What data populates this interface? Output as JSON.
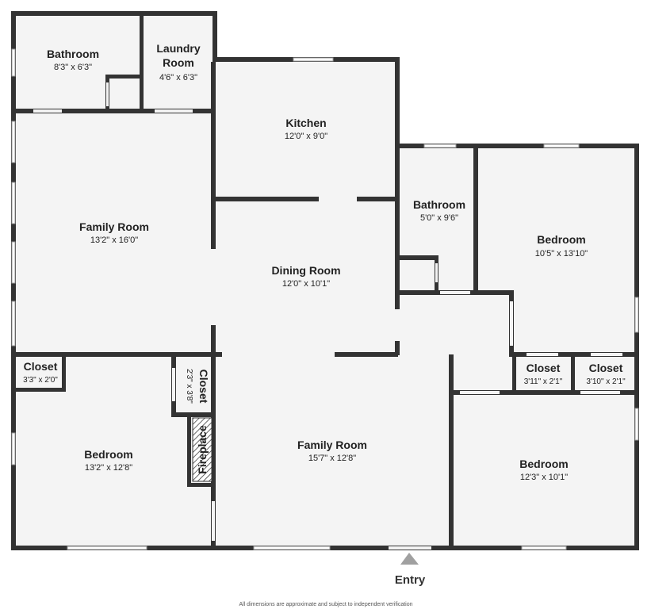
{
  "floorplan": {
    "rooms": {
      "bathroom_1": {
        "name": "Bathroom",
        "dims": "8'3\" x 6'3\""
      },
      "laundry": {
        "name_line1": "Laundry",
        "name_line2": "Room",
        "dims": "4'6\" x 6'3\""
      },
      "kitchen": {
        "name": "Kitchen",
        "dims": "12'0\" x 9'0\""
      },
      "family_room_1": {
        "name": "Family Room",
        "dims": "13'2\" x 16'0\""
      },
      "dining_room": {
        "name": "Dining Room",
        "dims": "12'0\" x 10'1\""
      },
      "bathroom_2": {
        "name": "Bathroom",
        "dims": "5'0\" x 9'6\""
      },
      "bedroom_1": {
        "name": "Bedroom",
        "dims": "10'5\" x 13'10\""
      },
      "closet_1": {
        "name": "Closet",
        "dims": "3'3\" x 2'0\""
      },
      "closet_2": {
        "name": "Closet",
        "dims": "2'3\" x 3'8\""
      },
      "fireplace": {
        "name": "Fireplace"
      },
      "bedroom_2": {
        "name": "Bedroom",
        "dims": "13'2\" x 12'8\""
      },
      "family_room_2": {
        "name": "Family Room",
        "dims": "15'7\" x 12'8\""
      },
      "closet_3": {
        "name": "Closet",
        "dims": "3'11\" x 2'1\""
      },
      "closet_4": {
        "name": "Closet",
        "dims": "3'10\" x 2'1\""
      },
      "bedroom_3": {
        "name": "Bedroom",
        "dims": "12'3\" x 10'1\""
      }
    },
    "entry_label": "Entry",
    "disclaimer": "All dimensions are approximate and subject to independent verification"
  },
  "colors": {
    "wall": "#333333",
    "floor": "#f4f4f4",
    "window_frame": "#9a9a9a"
  }
}
